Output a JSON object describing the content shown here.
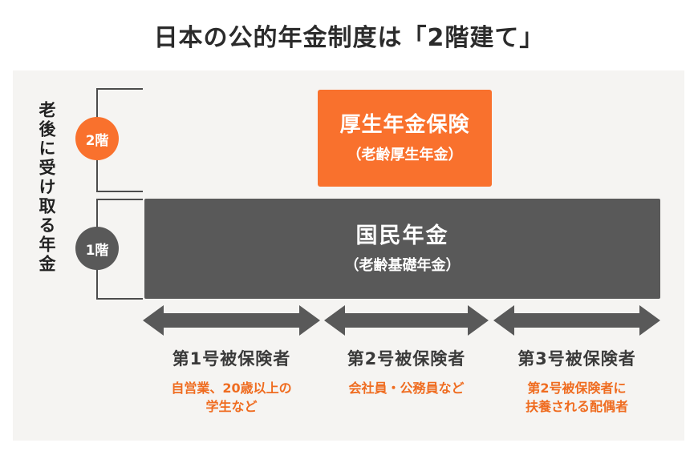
{
  "title": "日本の公的年金制度は「2階建て」",
  "side_label": "老後に受け取る年金",
  "floors": [
    {
      "badge": "2階",
      "color": "#f9712d"
    },
    {
      "badge": "1階",
      "color": "#595959"
    }
  ],
  "tier2": {
    "name": "厚生年金保険",
    "sub": "（老齢厚生年金）",
    "color": "#f9712d"
  },
  "tier1": {
    "name": "国民年金",
    "sub": "（老齢基礎年金）",
    "color": "#595959"
  },
  "arrow_color": "#595959",
  "categories": [
    {
      "title": "第1号被保険者",
      "desc": "自営業、20歳以上の\n学生など"
    },
    {
      "title": "第2号被保険者",
      "desc": "会社員・公務員など"
    },
    {
      "title": "第3号被保険者",
      "desc": "第2号被保険者に\n扶養される配偶者"
    }
  ],
  "colors": {
    "accent": "#f9712d",
    "accent_text": "#ef6c20",
    "dark": "#595959",
    "panel_bg": "#f5f4f2",
    "title_text": "#2b2b2b"
  }
}
